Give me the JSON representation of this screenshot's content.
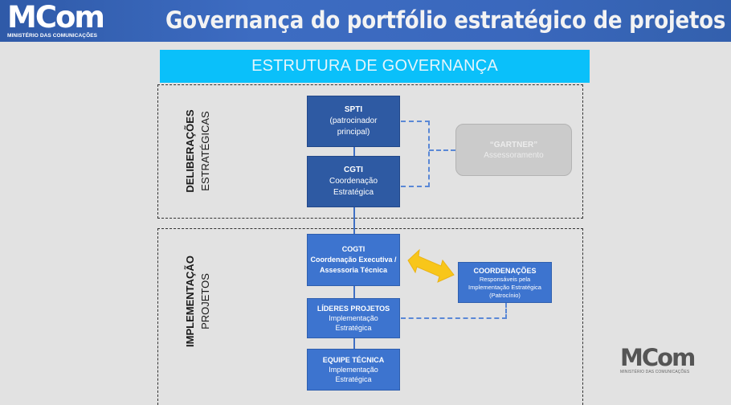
{
  "header": {
    "logo": {
      "brand": "MCom",
      "subtitle": "MINISTÉRIO DAS COMUNICAÇÕES"
    },
    "title": "Governança do portfólio estratégico de projetos"
  },
  "banner": {
    "label": "ESTRUTURA DE GOVERNANÇA"
  },
  "sections": [
    {
      "label_line1": "DELIBERAÇÕES",
      "label_line2": "ESTRATÉGICAS"
    },
    {
      "label_line1": "IMPLEMENTAÇÃO",
      "label_line2": "PROJETOS"
    }
  ],
  "nodes": {
    "spti": {
      "title": "SPTI",
      "line1": "(patrocinador",
      "line2": "principal)"
    },
    "cgti": {
      "title": "CGTI",
      "line1": "Coordenação",
      "line2": "Estratégica"
    },
    "gartner": {
      "title": "“GARTNER”",
      "line1": "Assessoramento"
    },
    "cogti": {
      "title": "COGTI",
      "line1": "Coordenação Executiva /",
      "line2": "Assessoria Técnica"
    },
    "lideres": {
      "title": "LÍDERES PROJETOS",
      "line1": "Implementação",
      "line2": "Estratégica"
    },
    "equipe": {
      "title": "EQUIPE TÉCNICA",
      "line1": "Implementação",
      "line2": "Estratégica"
    },
    "coordenacoes": {
      "title": "COORDENAÇÕES",
      "line1": "Responsáveis pela",
      "line2": "Implementação Estratégica",
      "line3": "(Patrocínio)"
    }
  },
  "footer_logo": {
    "brand": "MCom",
    "subtitle": "MINISTÉRIO DAS COMUNICAÇÕES"
  },
  "colors": {
    "header": "#3a68bd",
    "banner": "#0ac0fa",
    "box_dark": "#2e5aa3",
    "box_mid": "#3d74cf",
    "gartner": "#cbcbcb",
    "arrow": "#f8c61a",
    "background": "#e2e2e2"
  }
}
